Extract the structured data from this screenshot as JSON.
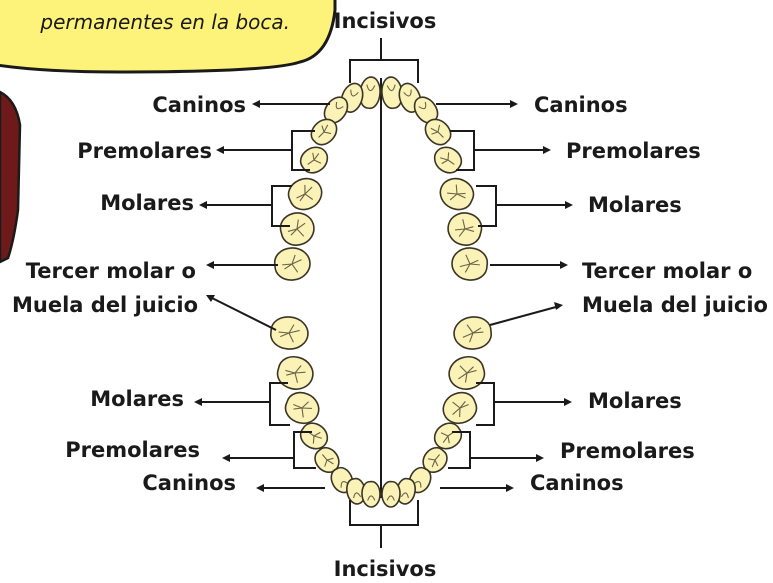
{
  "bubble": {
    "text": "permanentes en la boca."
  },
  "labels": {
    "incisivos_top": "Incisivos",
    "incisivos_bottom": "Incisivos",
    "caninos_tl": "Caninos",
    "caninos_tr": "Caninos",
    "premolares_tl": "Premolares",
    "premolares_tr": "Premolares",
    "molares_tl": "Molares",
    "molares_tr": "Molares",
    "tercer_l_1": "Tercer molar o",
    "tercer_l_2": "Muela del juicio",
    "tercer_r_1": "Tercer molar o",
    "tercer_r_2": "Muela del juicio",
    "molares_bl": "Molares",
    "molares_br": "Molares",
    "premolares_bl": "Premolares",
    "premolares_br": "Premolares",
    "caninos_bl": "Caninos",
    "caninos_br": "Caninos"
  },
  "colors": {
    "tooth_fill": "#fbf2b8",
    "bubble_fill": "#fdf27a",
    "figure_fill": "#6e1a1a"
  }
}
